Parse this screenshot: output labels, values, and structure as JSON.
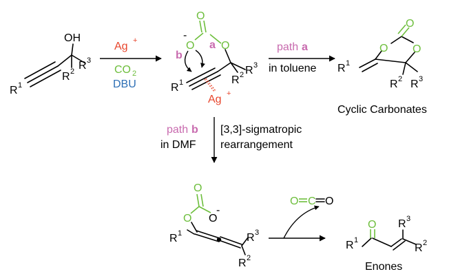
{
  "colors": {
    "text": "#000000",
    "oxygen": "#6dbe3c",
    "silver": "#e8452c",
    "path": "#c86aae",
    "dbu": "#2d6fb5"
  },
  "atoms": {
    "oh": "OH",
    "o": "O",
    "r": "R",
    "one": "1",
    "two": "2",
    "three": "3",
    "minus": "-",
    "c": "C"
  },
  "reagents": {
    "ag": "Ag",
    "ag_charge": "+",
    "co2_label": "CO",
    "co2_sub": "2",
    "dbu": "DBU"
  },
  "paths": {
    "word": "path",
    "a": "a",
    "b": "b",
    "a_condition": "in toluene",
    "b_condition": "in DMF",
    "rearr_line1": "[3,3]-sigmatropic",
    "rearr_line2": "rearrangement"
  },
  "products": {
    "carbonates": "Cyclic Carbonates",
    "enones": "Enones"
  }
}
